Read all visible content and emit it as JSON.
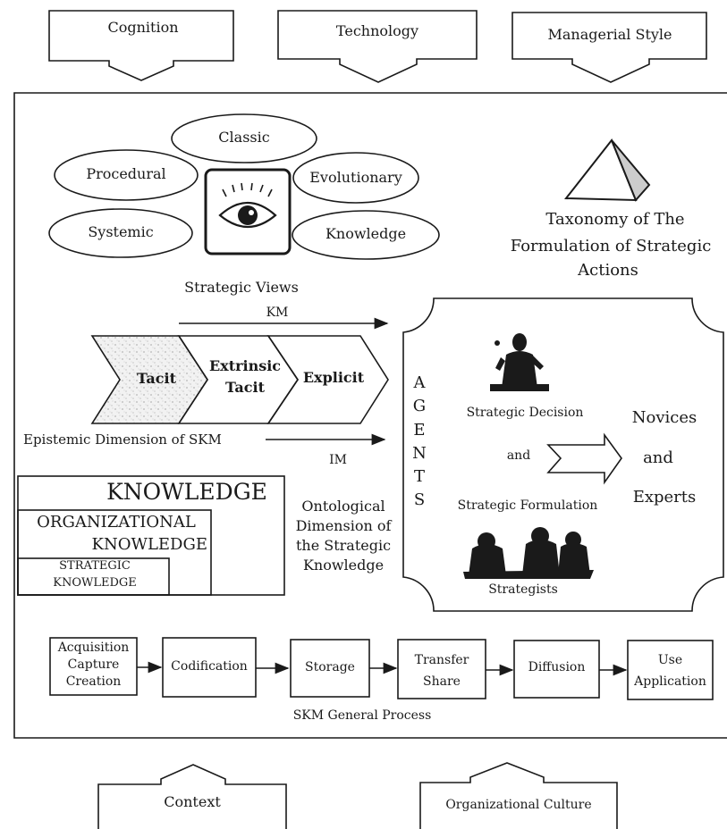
{
  "inputs": {
    "top": [
      "Cognition",
      "Technology",
      "Managerial Style"
    ],
    "bottom": [
      "Context",
      "Organizational Culture"
    ]
  },
  "strategic_views": {
    "center": "Classic",
    "items": [
      "Procedural",
      "Evolutionary",
      "Systemic",
      "Knowledge"
    ],
    "caption": "Strategic Views"
  },
  "taxonomy": {
    "line1": "Taxonomy of The",
    "line2": "Formulation of Strategic",
    "line3": "Actions"
  },
  "epistemic": {
    "km_label": "KM",
    "im_label": "IM",
    "chevrons": [
      {
        "line1": "Tacit",
        "line2": ""
      },
      {
        "line1": "Extrinsic",
        "line2": "Tacit"
      },
      {
        "line1": "Explicit",
        "line2": ""
      }
    ],
    "caption": "Epistemic Dimension of SKM"
  },
  "ontological": {
    "knowledge": "KNOWLEDGE",
    "org_line1": "ORGANIZATIONAL",
    "org_line2": "KNOWLEDGE",
    "strat_line1": "STRATEGIC",
    "strat_line2": "KNOWLEDGE",
    "caption_line1": "Ontological",
    "caption_line2": "Dimension of",
    "caption_line3": "the Strategic",
    "caption_line4": "Knowledge"
  },
  "agents": {
    "letters": [
      "A",
      "G",
      "E",
      "N",
      "T",
      "S"
    ],
    "decision": "Strategic Decision",
    "and": "and",
    "formulation": "Strategic Formulation",
    "strategists": "Strategists",
    "novices": "Novices",
    "and2": "and",
    "experts": "Experts"
  },
  "process": {
    "steps": [
      {
        "line1": "Acquisition",
        "line2": "Capture",
        "line3": "Creation"
      },
      {
        "line1": "Codification",
        "line2": "",
        "line3": ""
      },
      {
        "line1": "Storage",
        "line2": "",
        "line3": ""
      },
      {
        "line1": "Transfer",
        "line2": "Share",
        "line3": ""
      },
      {
        "line1": "Diffusion",
        "line2": "",
        "line3": ""
      },
      {
        "line1": "Use",
        "line2": "Application",
        "line3": ""
      }
    ],
    "caption": "SKM General Process"
  }
}
